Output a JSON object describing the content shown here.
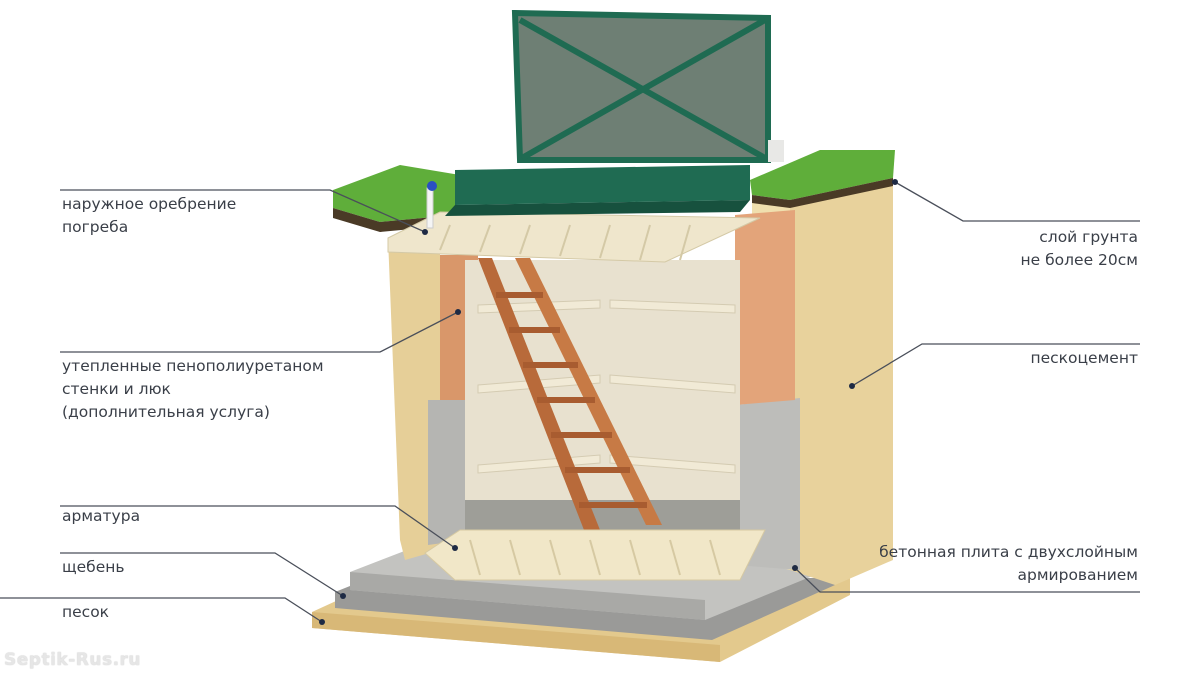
{
  "labels": {
    "external_ribbing": [
      "наружное оребрение",
      "погреба"
    ],
    "soil_layer": [
      "слой грунта",
      "не более 20см"
    ],
    "insulated_walls": [
      "утепленные пенополиуретаном",
      "стенки и люк",
      "(дополнительная услуга)"
    ],
    "sand_cement": "пескоцемент",
    "rebar": "арматура",
    "concrete_slab": [
      "бетонная плита с двухслойным",
      "армированием"
    ],
    "crushed_stone": "щебень",
    "sand": "песок"
  },
  "watermark": "Septik-Rus.ru",
  "colors": {
    "lid": "#1f6b52",
    "grass": "#5fae3a",
    "sand_cement": "#e6cf98",
    "plastic": "#efe6cc",
    "concrete": "#b9b9b6",
    "ladder": "#b86a3a",
    "leader": "#4a4f5a"
  }
}
